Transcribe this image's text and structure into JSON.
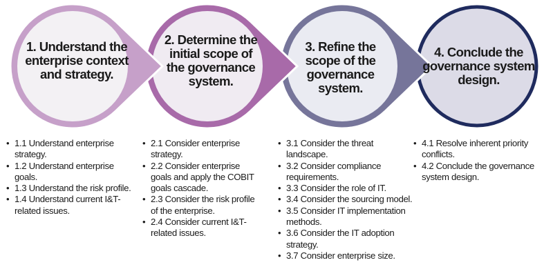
{
  "colors": {
    "step1": "#c6a0c9",
    "step2": "#a86aa9",
    "step3": "#76759a",
    "step4": "#1f2b5e"
  },
  "steps": [
    {
      "title": "1. Understand the enterprise context and strategy.",
      "items": [
        "1.1 Understand enterprise strategy.",
        "1.2 Understand enterprise goals.",
        "1.3 Understand the risk profile.",
        "1.4 Understand current I&T-related issues."
      ]
    },
    {
      "title": "2. Determine the initial scope of the governance system.",
      "items": [
        "2.1 Consider enterprise strategy.",
        "2.2 Consider enterprise goals and apply the COBIT goals cascade.",
        "2.3 Consider the risk profile of the enterprise.",
        "2.4 Consider current I&T-related issues."
      ]
    },
    {
      "title": "3. Refine the scope of the governance system.",
      "items": [
        "3.1 Consider the threat landscape.",
        "3.2 Consider compliance requirements.",
        "3.3 Consider the role of IT.",
        "3.4 Consider the sourcing model.",
        "3.5 Consider IT implementation methods.",
        "3.6 Consider the IT adoption strategy.",
        "3.7 Consider enterprise size."
      ]
    },
    {
      "title": "4. Conclude the governance system design.",
      "items": [
        "4.1 Resolve inherent priority conflicts.",
        "4.2 Conclude the governance system design."
      ]
    }
  ]
}
